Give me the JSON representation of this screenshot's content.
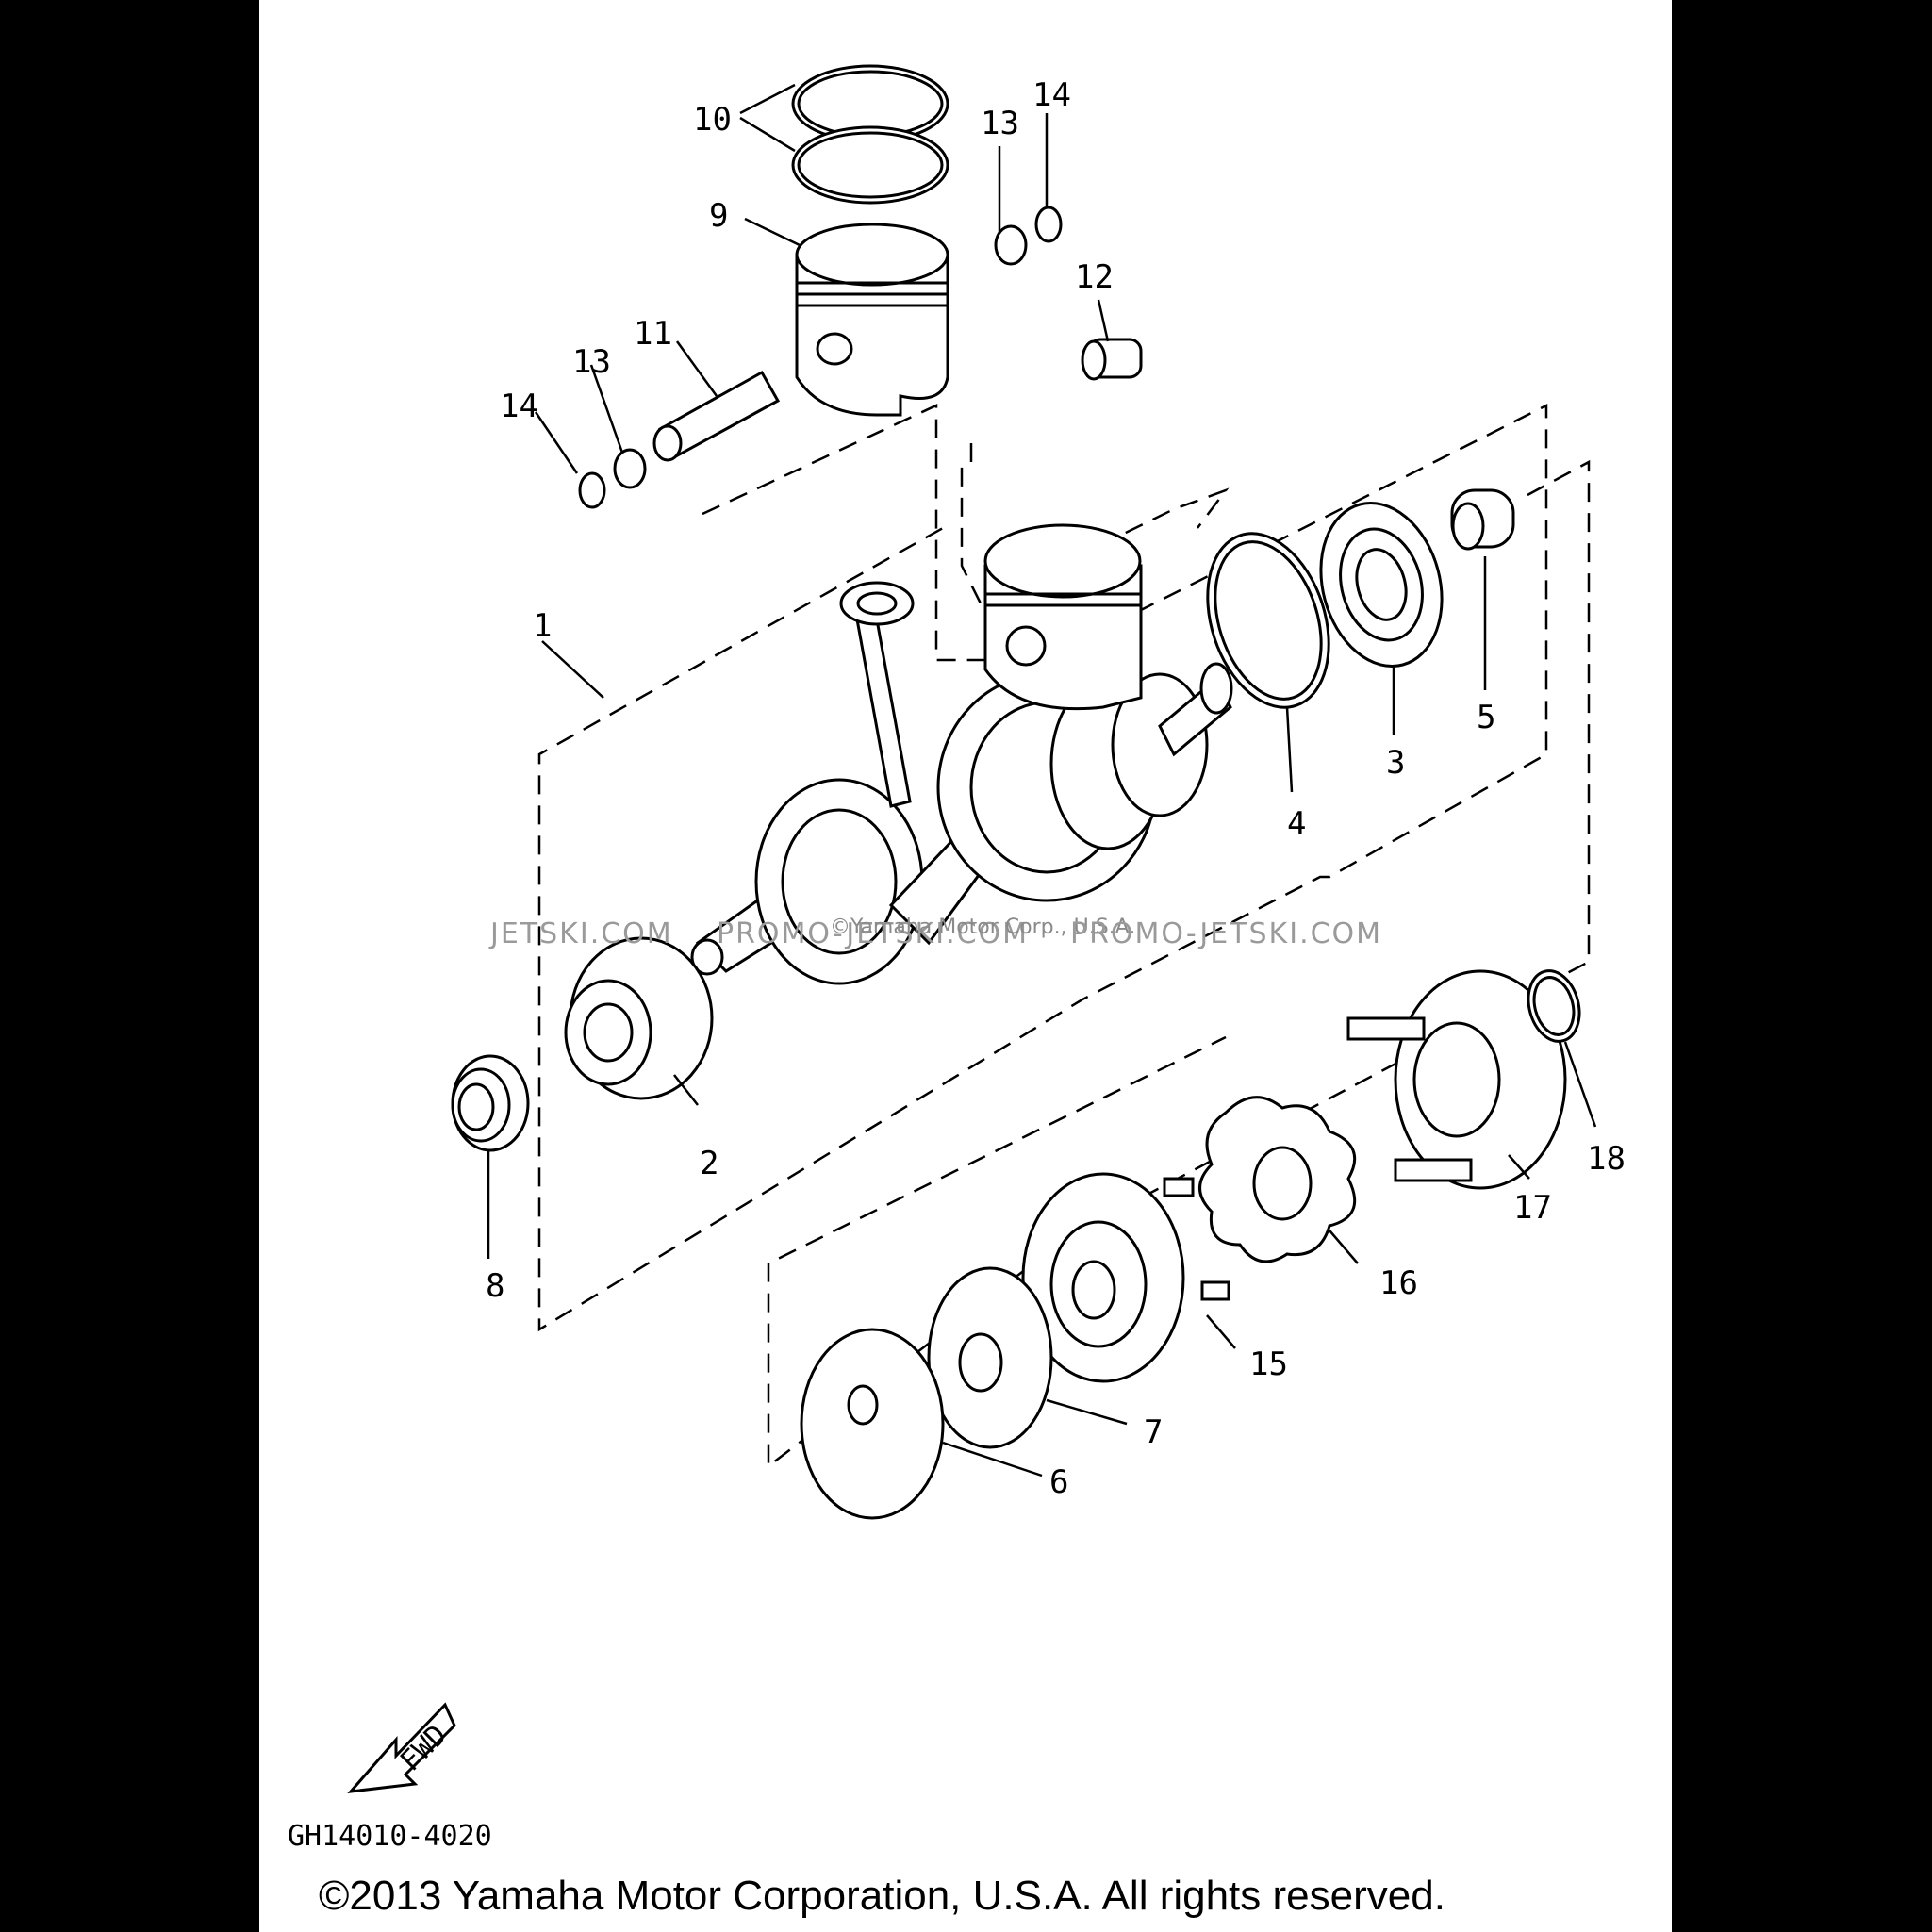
{
  "diagram": {
    "code": "GH14010-4020",
    "fwd_arrow_label": "FWD",
    "watermark_left": "JETSKI.COM",
    "watermark_mid": "PROMO-JETSKI.COM",
    "watermark_right": "PROMO-JETSKI.COM",
    "watermark_small": "©Yamaha Motor Corp., U.S.A.",
    "copyright": "©2013 Yamaha Motor Corporation, U.S.A. All rights reserved.",
    "callouts": {
      "c1": "1",
      "c2": "2",
      "c3": "3",
      "c4": "4",
      "c5": "5",
      "c6": "6",
      "c7": "7",
      "c8": "8",
      "c9": "9",
      "c10": "10",
      "c11": "11",
      "c12": "12",
      "c13a": "13",
      "c13b": "13",
      "c14a": "14",
      "c14b": "14",
      "c15": "15",
      "c16": "16",
      "c17": "17",
      "c18": "18"
    }
  }
}
